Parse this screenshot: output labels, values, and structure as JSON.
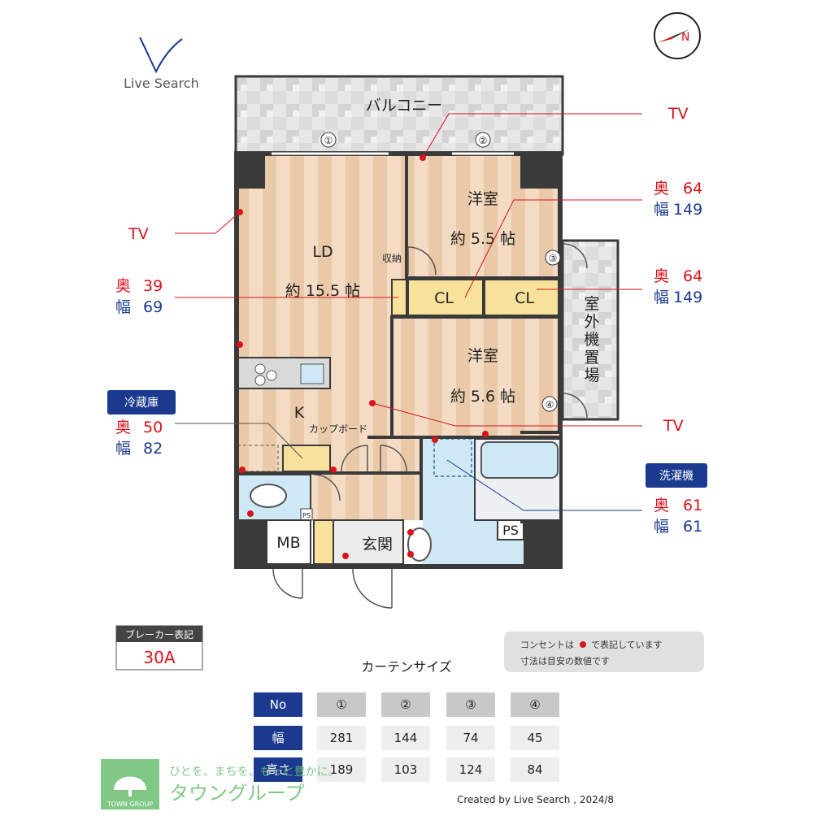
{
  "logo": {
    "brand": "Live Search"
  },
  "rooms": {
    "balcony": "バルコニー",
    "ld_name": "LD",
    "ld_size": "約 15.5 帖",
    "storage": "収納",
    "k_name": "K",
    "cupboard": "カップボード",
    "room1_name": "洋室",
    "room1_size": "約 5.5 帖",
    "room2_name": "洋室",
    "room2_size": "約 5.6 帖",
    "cl1": "CL",
    "cl2": "CL",
    "outdoor_unit": [
      "室",
      "外",
      "機",
      "置",
      "場"
    ],
    "entrance": "玄関",
    "mb": "MB",
    "ps_large": "PS",
    "ps_small": "PS"
  },
  "window_markers": [
    "①",
    "②",
    "③",
    "④"
  ],
  "annotations": {
    "tv_label": "TV",
    "depth_label": "奥",
    "width_label": "幅",
    "tv_right_top": "TV",
    "tv_left": "TV",
    "tv_right_mid": "TV",
    "cl_top": {
      "depth": "64",
      "width": "149"
    },
    "cl_mid": {
      "depth": "64",
      "width": "149"
    },
    "ld_storage": {
      "depth": "39",
      "width": "69"
    },
    "fridge": {
      "title": "冷蔵庫",
      "depth": "50",
      "width": "82"
    },
    "washer": {
      "title": "洗濯機",
      "depth": "61",
      "width": "61"
    }
  },
  "breaker": {
    "title": "ブレーカー表記",
    "value": "30A"
  },
  "notes": {
    "line1_a": "コンセントは",
    "line1_b": "で表記しています",
    "line2": "寸法は目安の数値です"
  },
  "curtain": {
    "title": "カーテンサイズ",
    "header": [
      "No",
      "①",
      "②",
      "③",
      "④"
    ],
    "rows": [
      {
        "label": "幅",
        "values": [
          "281",
          "144",
          "74",
          "45"
        ]
      },
      {
        "label": "高さ",
        "values": [
          "189",
          "103",
          "124",
          "84"
        ]
      }
    ]
  },
  "footer": {
    "slogan": "ひとを、まちを、もっと豊かに。",
    "company": "タウングループ",
    "company_en": "TOWN GROUP",
    "credit": "Created by Live Search , 2024/8"
  },
  "compass": {
    "north": "N"
  },
  "colors": {
    "wall": "#3a3a3a",
    "floor_light": "#f3dcc3",
    "floor_dark": "#e8c6a4",
    "closet": "#f8e19b",
    "wet_area": "#cfe8f5",
    "outlet": "#d9121b",
    "badge": "#1b3a8f"
  }
}
